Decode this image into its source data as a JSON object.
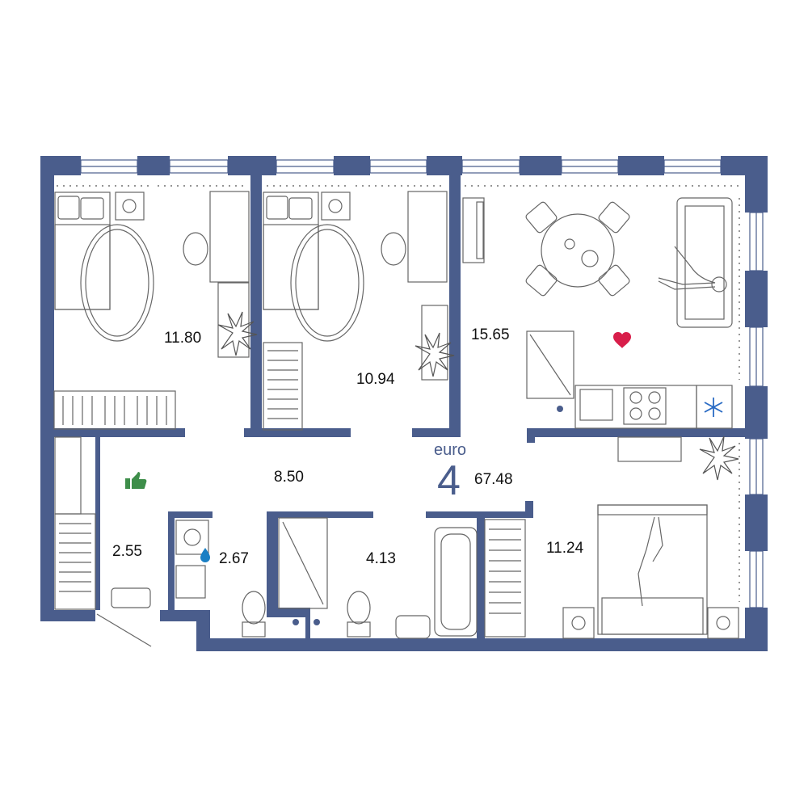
{
  "plan": {
    "apartment": {
      "type_suffix": "euro",
      "rooms": "4",
      "total_area": "67.48"
    },
    "rooms": [
      {
        "id": "bedroom-1",
        "area": "11.80"
      },
      {
        "id": "bedroom-2",
        "area": "10.94"
      },
      {
        "id": "kitchen-living",
        "area": "15.65"
      },
      {
        "id": "hallway",
        "area": "8.50"
      },
      {
        "id": "entry",
        "area": "2.55"
      },
      {
        "id": "laundry",
        "area": "2.67"
      },
      {
        "id": "bathroom-1",
        "area": "4.13"
      },
      {
        "id": "bedroom-3",
        "area": "11.24"
      }
    ],
    "icon_colors": {
      "wall": "#4a5d8c",
      "heart": "#d81e4a",
      "water_drop": "#1a7fc4",
      "thumbs_up": "#3e8e4a",
      "snowflake": "#2b6cc4"
    }
  }
}
